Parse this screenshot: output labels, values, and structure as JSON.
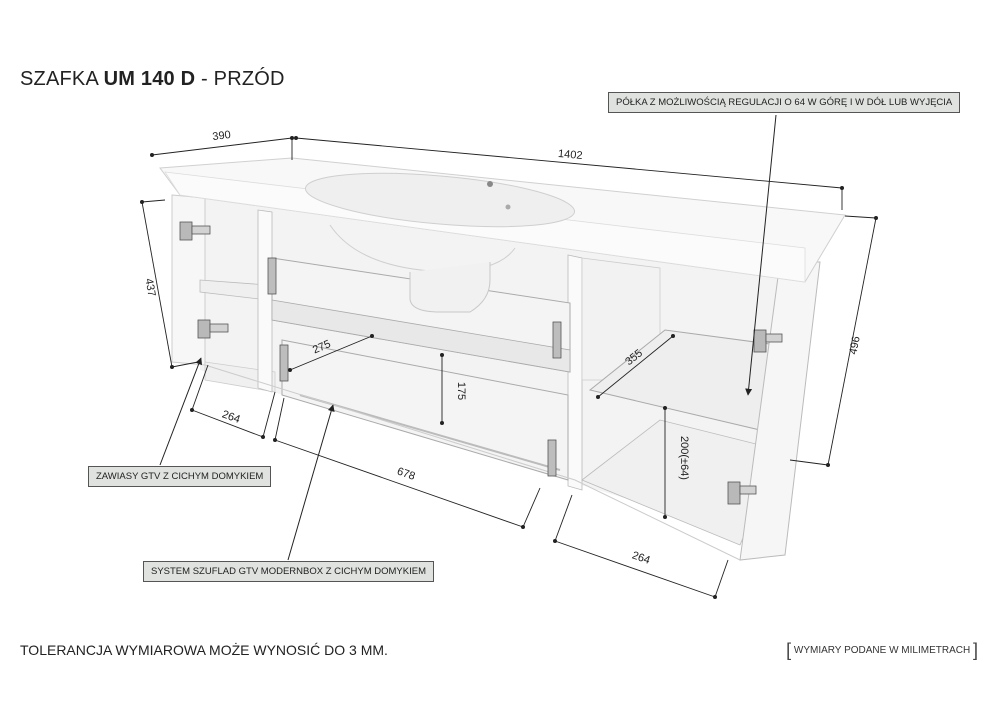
{
  "title": {
    "prefix": "SZAFKA ",
    "model": "UM 140 D",
    "suffix": " - PRZÓD"
  },
  "callouts": {
    "shelf": "PÓŁKA Z MOŻLIWOŚCIĄ REGULACJI O 64 W GÓRĘ I W DÓŁ LUB WYJĘCIA",
    "hinges": "ZAWIASY GTV Z CICHYM DOMYKIEM",
    "drawers": "SYSTEM SZUFLAD GTV MODERNBOX Z CICHYM DOMYKIEM"
  },
  "dimensions": {
    "depth_top": "390",
    "width_total": "1402",
    "height_left": "437",
    "height_right": "496",
    "drawer_depth": "275",
    "shelf_depth": "355",
    "drawer_height": "175",
    "shelf_adjust": "200(±64)",
    "left_depth": "264",
    "drawer_width": "678",
    "right_depth": "264"
  },
  "footer": {
    "tolerance": "TOLERANCJA WYMIAROWA MOŻE WYNOSIĆ DO 3 MM.",
    "units": "WYMIARY PODANE W MILIMETRACH"
  }
}
